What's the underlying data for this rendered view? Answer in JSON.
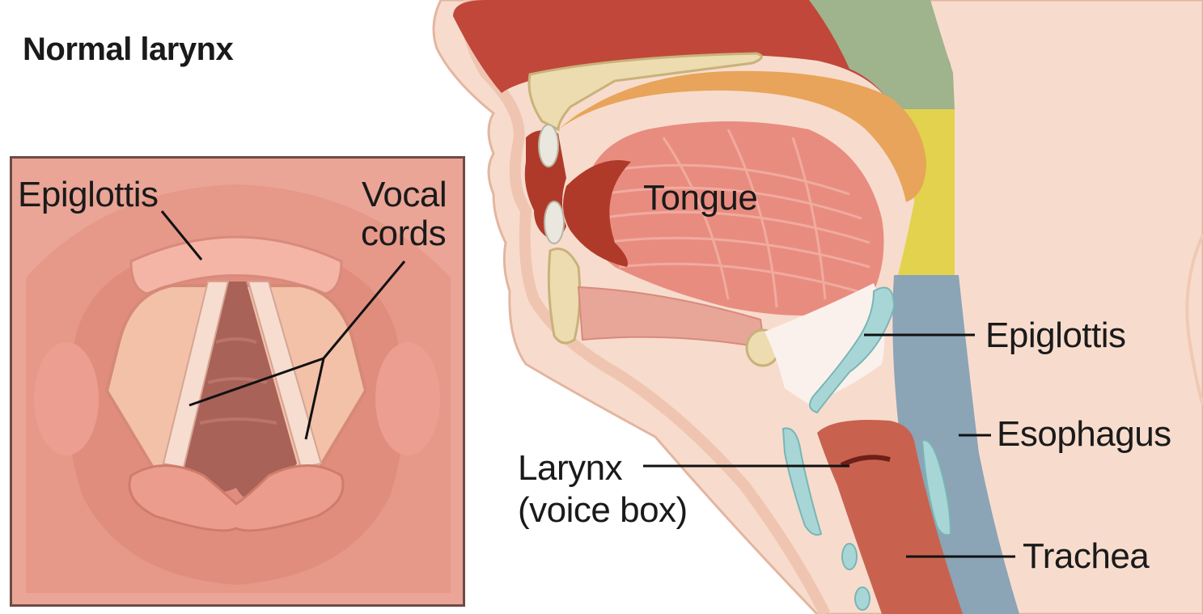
{
  "title": "Normal larynx",
  "inset_labels": {
    "epiglottis": "Epiglottis",
    "vocal_cords_line1": "Vocal",
    "vocal_cords_line2": "cords"
  },
  "side_labels": {
    "tongue": "Tongue",
    "epiglottis": "Epiglottis",
    "esophagus": "Esophagus",
    "larynx_line1": "Larynx",
    "larynx_line2": "(voice box)",
    "trachea": "Trachea"
  },
  "colors": {
    "inset_bg": "#eaa597",
    "skin": "#f7dccd",
    "muscle": "#e98c80",
    "tissue_dark": "#b03a2a",
    "bone": "#ecdcb0",
    "cartilage": "#a8d6d6",
    "nasal_green": "#9fb38c",
    "throat_yellow": "#e2d24e",
    "esophagus_blue": "#8ba4b6",
    "trachea_red": "#c8624f",
    "leader_line": "#111111"
  }
}
